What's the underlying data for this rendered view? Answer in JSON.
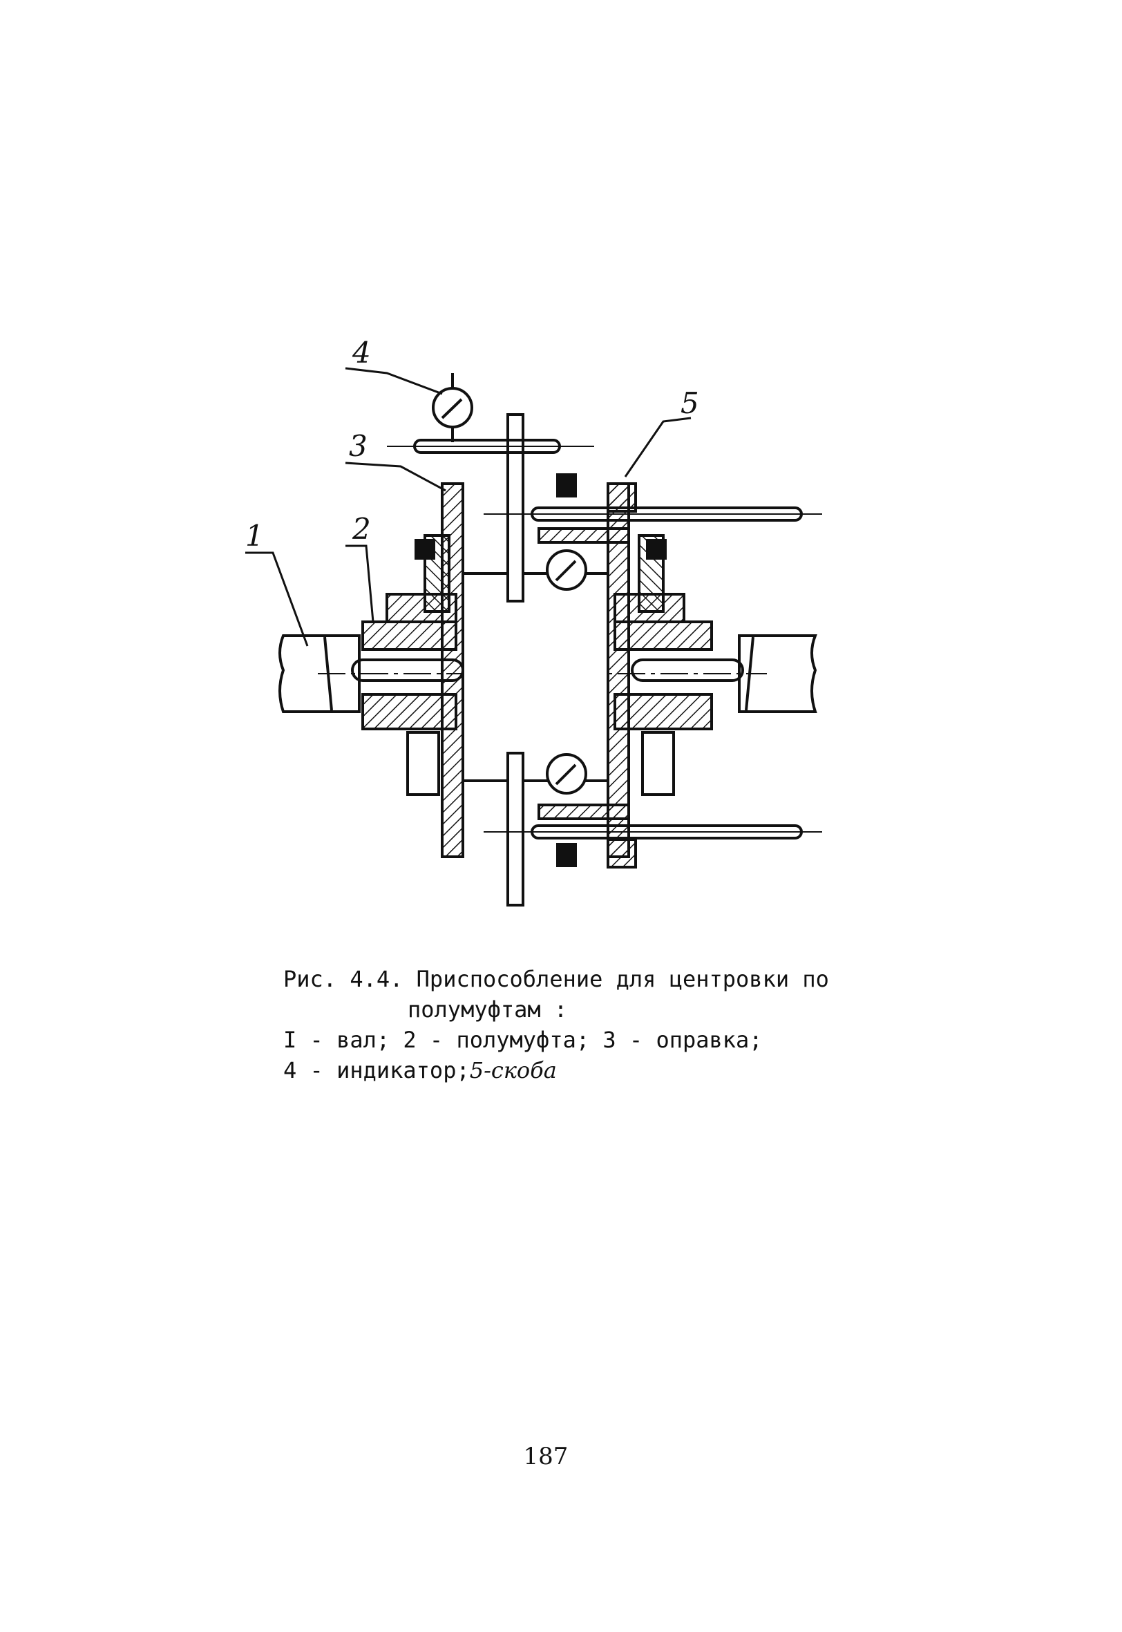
{
  "figure": {
    "callouts": [
      {
        "id": "1",
        "text": "1"
      },
      {
        "id": "2",
        "text": "2"
      },
      {
        "id": "3",
        "text": "3"
      },
      {
        "id": "4",
        "text": "4"
      },
      {
        "id": "5",
        "text": "5"
      }
    ]
  },
  "caption": {
    "line1": "Рис. 4.4. Приспособление для центровки по",
    "line2": "полумуфтам :",
    "line3": "I - вал; 2 - полумуфта; 3 - оправка;",
    "line4_prefix": "4 - индикатор;",
    "line4_handwritten": "5-скоба"
  },
  "page_number": "187"
}
